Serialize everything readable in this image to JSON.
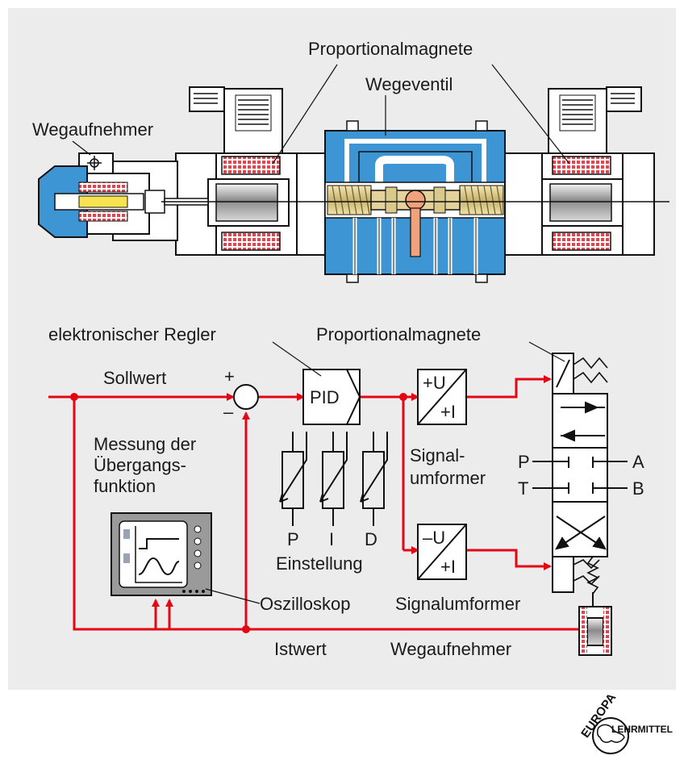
{
  "top": {
    "label_magnets": "Proportionalmagnete",
    "label_valve": "Wegeventil",
    "label_sensor": "Wegaufnehmer"
  },
  "bottom": {
    "label_controller": "elektronischer Regler",
    "label_magnets": "Proportionalmagnete",
    "label_setpoint": "Sollwert",
    "plus": "+",
    "minus": "–",
    "pid": "PID",
    "measure_line1": "Messung der",
    "measure_line2": "Übergangs-",
    "measure_line3": "funktion",
    "conv1_top": "+U",
    "conv1_bottom": "+I",
    "conv2_top": "–U",
    "conv2_bottom": "+I",
    "signal_line1": "Signal-",
    "signal_line2": "umformer",
    "signal_full": "Signalumformer",
    "param_p": "P",
    "param_i": "I",
    "param_d": "D",
    "adjustment": "Einstellung",
    "oscilloscope": "Oszilloskop",
    "actual_value": "Istwert",
    "sensor": "Wegaufnehmer",
    "port_p": "P",
    "port_a": "A",
    "port_t": "T",
    "port_b": "B"
  },
  "logo": {
    "top": "EUROPA",
    "bottom": "LEHRMITTEL"
  },
  "colors": {
    "valve_blue": "#3d95d4",
    "signal_red": "#e30613",
    "panel_gray": "#ececec",
    "coil_red": "#e8424c"
  }
}
